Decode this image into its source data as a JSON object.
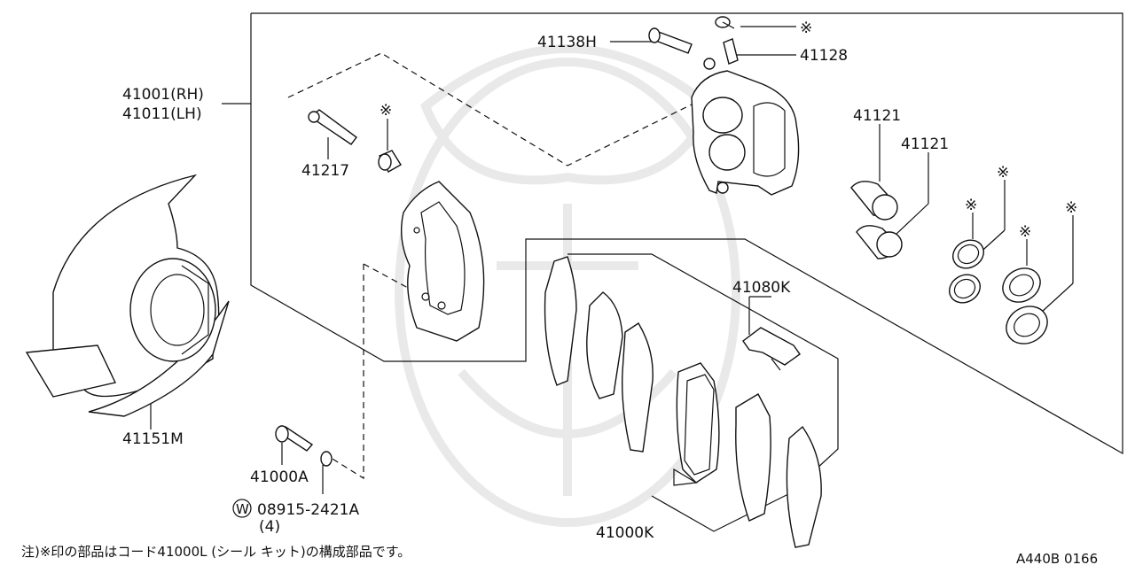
{
  "labels": {
    "assembly_rh": "41001(RH)",
    "assembly_lh": "41011(LH)",
    "bolt_41138h": "41138H",
    "mark_top": "※",
    "bleeder_41128": "41128",
    "pin_41217": "41217",
    "mark_boot": "※",
    "piston_1": "41121",
    "piston_2": "41121",
    "mark_seal_1": "※",
    "mark_seal_2": "※",
    "mark_seal_3": "※",
    "mark_seal_4": "※",
    "kit_41080k": "41080K",
    "shield_41151m": "41151M",
    "bolt_41000a": "41000A",
    "washer_code": "08915-2421A",
    "washer_qty": "(4)",
    "washer_w": "W",
    "pad_kit_41000k": "41000K"
  },
  "footnote": "注)※印の部品はコード41000L (シール キット)の構成部品です。",
  "diagram_code": "A440B 0166"
}
